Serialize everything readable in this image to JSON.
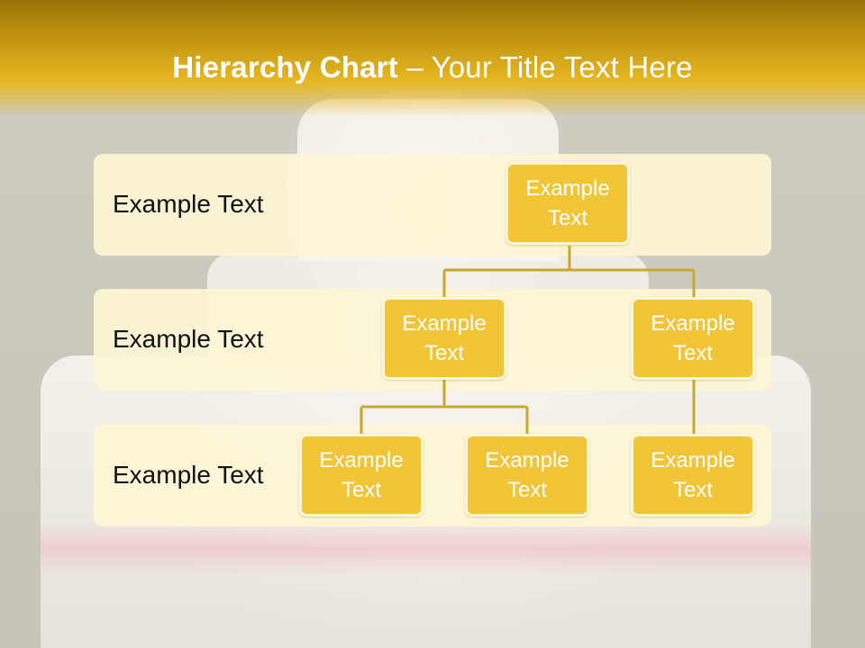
{
  "slide": {
    "title_bold": "Hierarchy Chart",
    "title_rest": " – Your Title Text Here"
  },
  "levels": [
    {
      "label": "Example Text"
    },
    {
      "label": "Example Text"
    },
    {
      "label": "Example Text"
    }
  ],
  "nodes": {
    "root": "Example Text",
    "mid_left": "Example Text",
    "mid_right": "Example Text",
    "leaf_1": "Example Text",
    "leaf_2": "Example Text",
    "leaf_3": "Example Text"
  },
  "colors": {
    "header_top": "#9a7408",
    "header_bottom": "#e7b822",
    "band_fill": "#fdf6d6",
    "node_fill": "#f2c537",
    "connector": "#c9a832"
  }
}
